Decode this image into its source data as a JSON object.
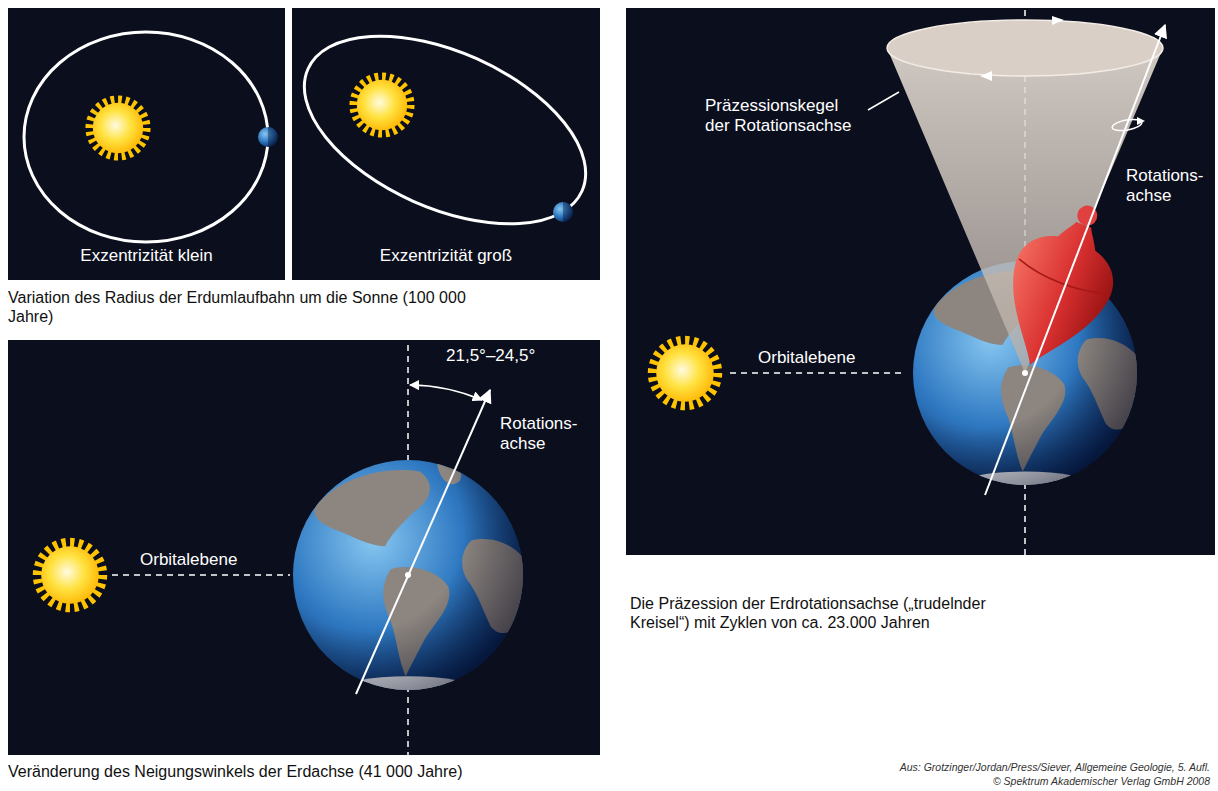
{
  "diagram": {
    "nodes": [
      {
        "text": [
          "Exzentrizität klein"
        ]
      },
      {
        "text": [
          "Exzentrizität groß"
        ]
      },
      {
        "text": [
          "21,5°–24,5°",
          "Rotations- achse",
          "Orbitalebene"
        ]
      },
      {
        "text": [
          "Präzessionskegel der Rotationsachse",
          "Rotations- achse",
          "Orbitalebene"
        ]
      }
    ],
    "labels": [
      "Variation des Radius der Erdumlaufbahn um die Sonne (100 000 Jahre)",
      "Veränderung des Neigungswinkels der Erdachse (41 000 Jahre)",
      "Die Präzession der Erdrotationsachse („trudelnder Kreisel“) mit Zyklen von ca. 23.000 Jahren",
      "Aus: Grotzinger/Jordan/Press/Siever, Allgemeine Geologie, 5. Aufl.",
      "© Spektrum Akademischer Verlag GmbH 2008"
    ]
  }
}
